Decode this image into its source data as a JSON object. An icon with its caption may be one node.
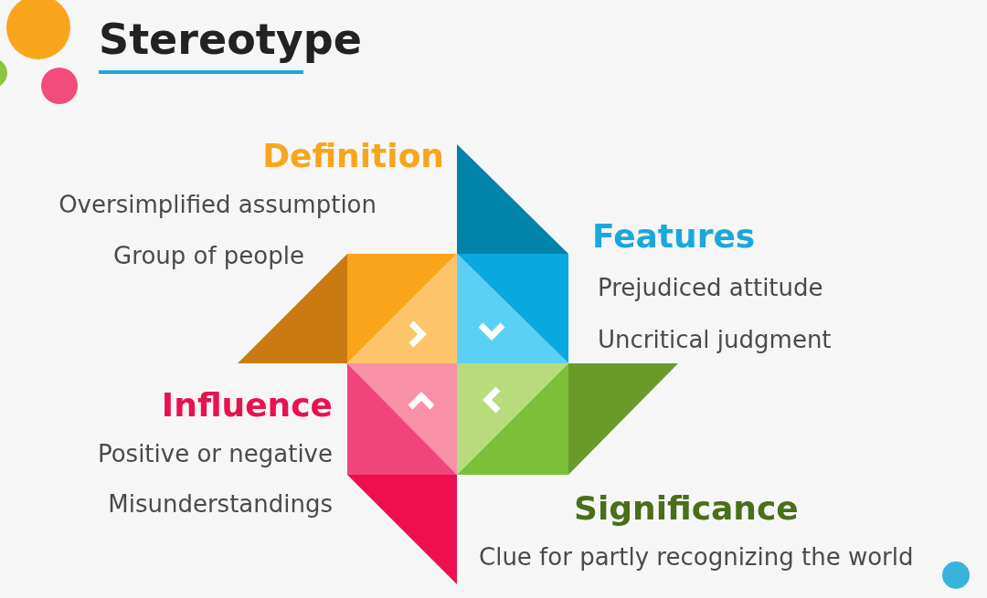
{
  "diagram": {
    "title": "Stereotype",
    "labels": [
      "Definition",
      "Oversimplified assumption",
      "Group of people",
      "Features",
      "Prejudiced attitude",
      "Uncritical judgment",
      "Influence",
      "Positive or negative",
      "Misunderstandings",
      "Significance",
      "Clue for partly recognizing the world"
    ]
  }
}
